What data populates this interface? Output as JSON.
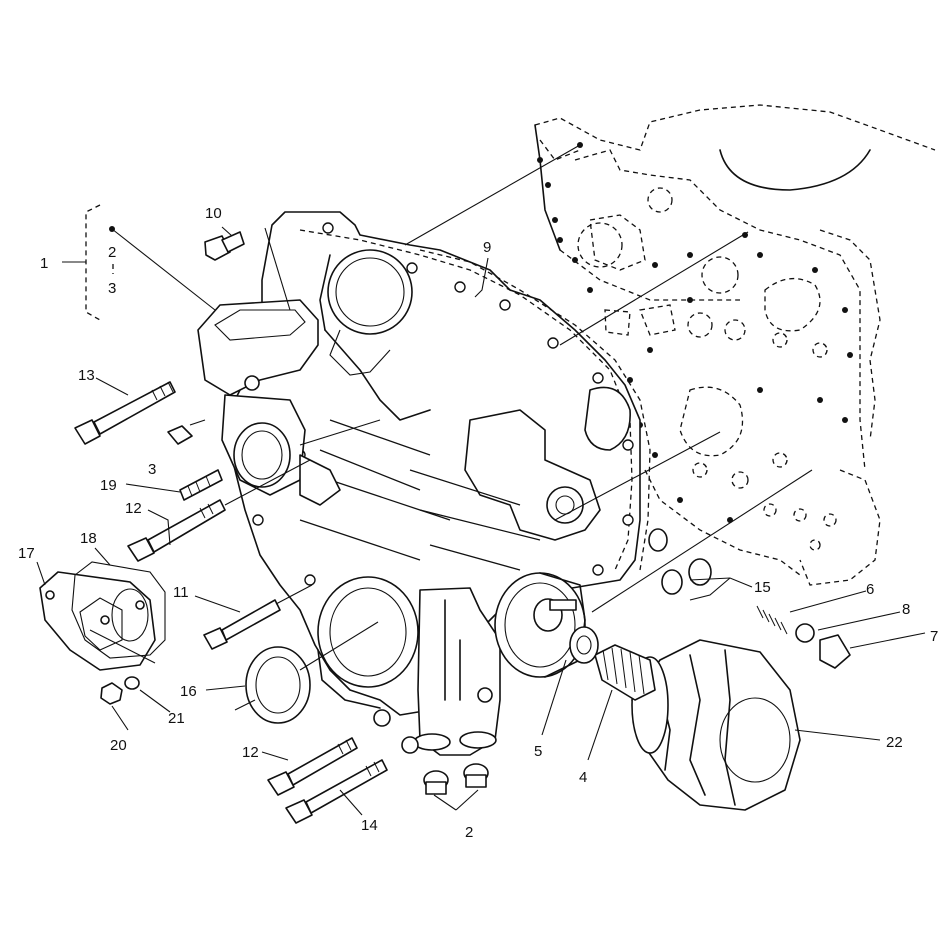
{
  "callouts": [
    {
      "id": "c1",
      "text": "1"
    },
    {
      "id": "c2a",
      "text": "2"
    },
    {
      "id": "c3a",
      "text": "3"
    },
    {
      "id": "c10",
      "text": "10"
    },
    {
      "id": "c9",
      "text": "9"
    },
    {
      "id": "c13",
      "text": "13"
    },
    {
      "id": "c3b",
      "text": "3"
    },
    {
      "id": "c19",
      "text": "19"
    },
    {
      "id": "c12a",
      "text": "12"
    },
    {
      "id": "c18",
      "text": "18"
    },
    {
      "id": "c17",
      "text": "17"
    },
    {
      "id": "c11",
      "text": "11"
    },
    {
      "id": "c15",
      "text": "15"
    },
    {
      "id": "c6",
      "text": "6"
    },
    {
      "id": "c8",
      "text": "8"
    },
    {
      "id": "c7",
      "text": "7"
    },
    {
      "id": "c16",
      "text": "16"
    },
    {
      "id": "c21",
      "text": "21"
    },
    {
      "id": "c20",
      "text": "20"
    },
    {
      "id": "c5",
      "text": "5"
    },
    {
      "id": "c4",
      "text": "4"
    },
    {
      "id": "c22",
      "text": "22"
    },
    {
      "id": "c12b",
      "text": "12"
    },
    {
      "id": "c14",
      "text": "14"
    },
    {
      "id": "c2b",
      "text": "2"
    }
  ]
}
